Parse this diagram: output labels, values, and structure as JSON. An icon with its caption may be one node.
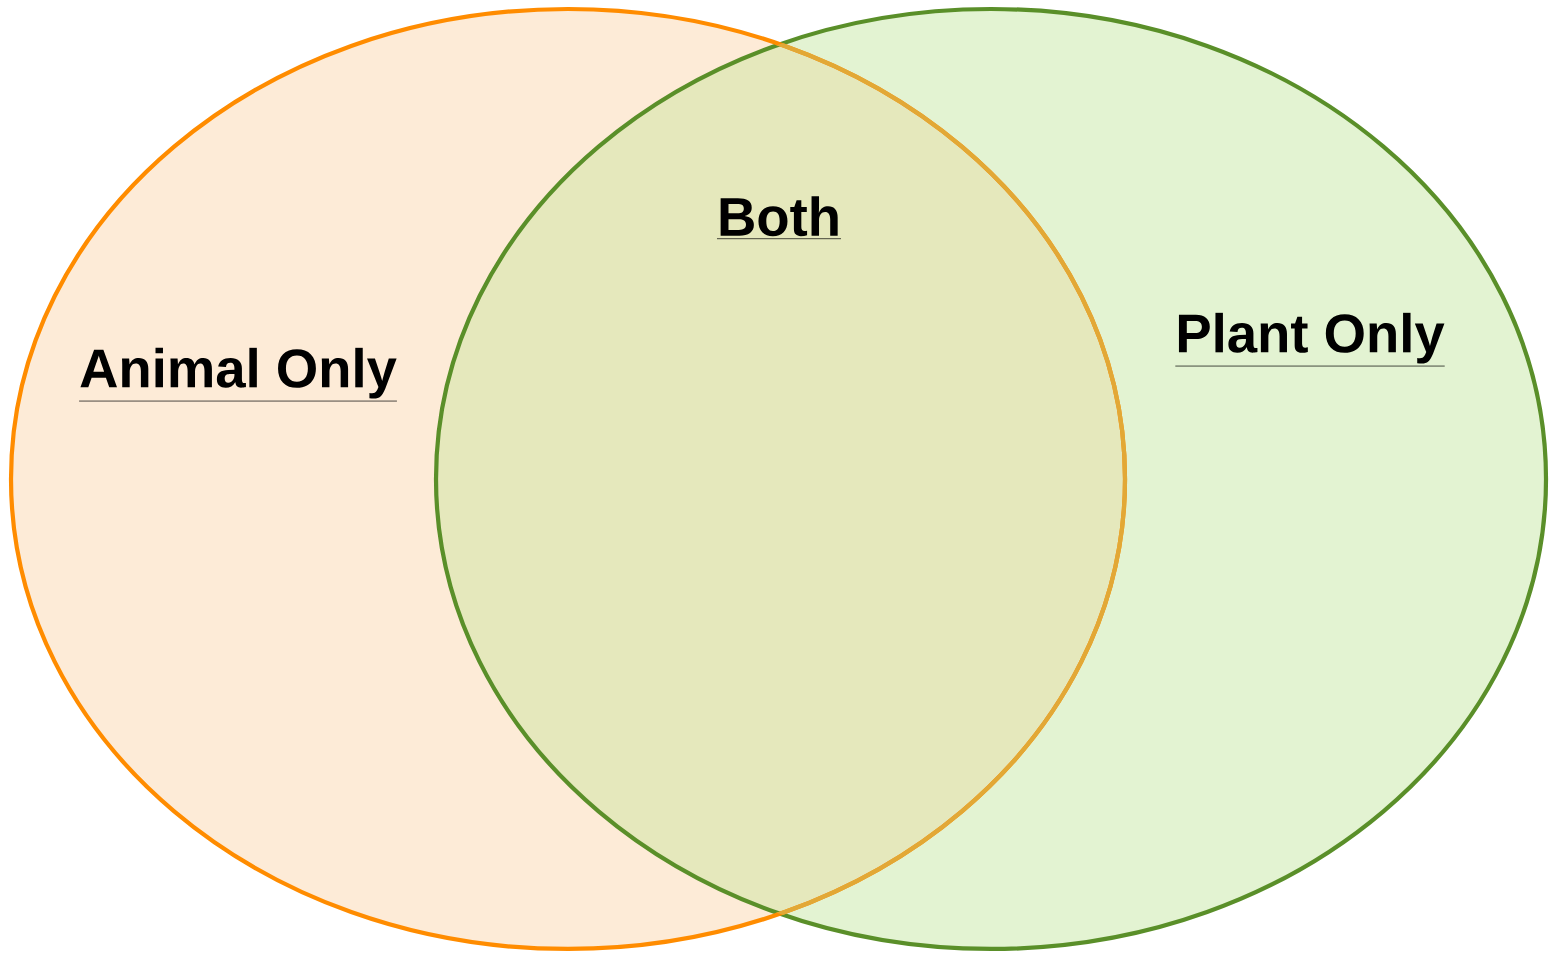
{
  "diagram": {
    "nodes": [
      {
        "text": [
          "Animal Only"
        ]
      },
      {
        "text": [
          "Plant Only"
        ]
      }
    ],
    "labels": [
      "Both"
    ]
  }
}
